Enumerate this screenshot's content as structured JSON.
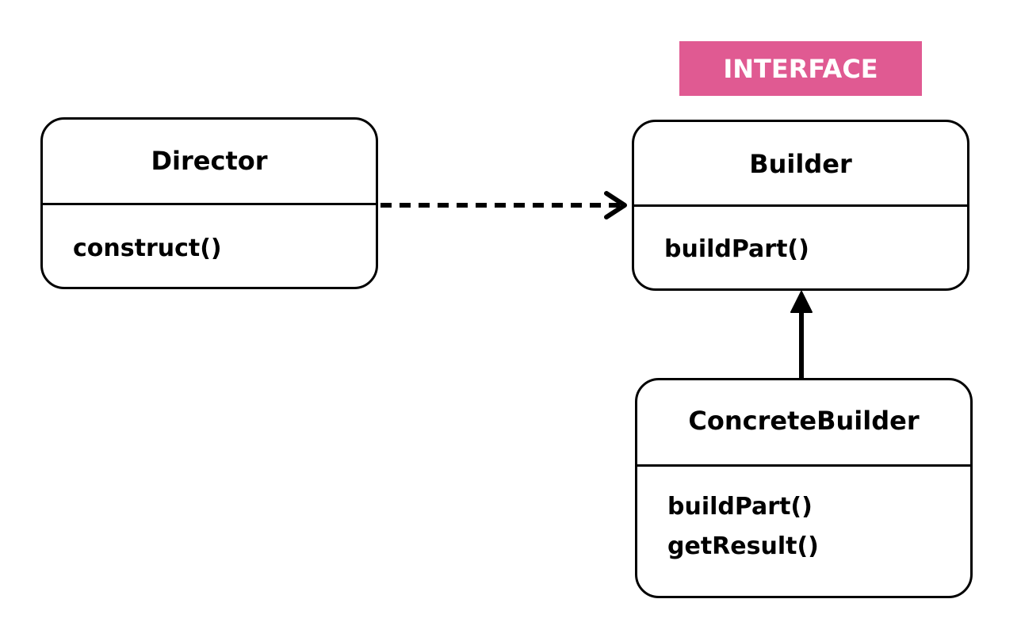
{
  "stereotype_tag": "INTERFACE",
  "classes": {
    "director": {
      "name": "Director",
      "methods": [
        "construct()"
      ]
    },
    "builder": {
      "name": "Builder",
      "methods": [
        "buildPart()"
      ]
    },
    "concrete_builder": {
      "name": "ConcreteBuilder",
      "methods": [
        "buildPart()",
        "getResult()"
      ]
    }
  },
  "relations": [
    {
      "from": "Director",
      "to": "Builder",
      "kind": "dependency",
      "line": "dashed"
    },
    {
      "from": "ConcreteBuilder",
      "to": "Builder",
      "kind": "realization",
      "line": "solid"
    }
  ],
  "colors": {
    "tag_fill": "#e05a92",
    "tag_text": "#ffffff",
    "stroke": "#000000",
    "background": "#ffffff"
  }
}
